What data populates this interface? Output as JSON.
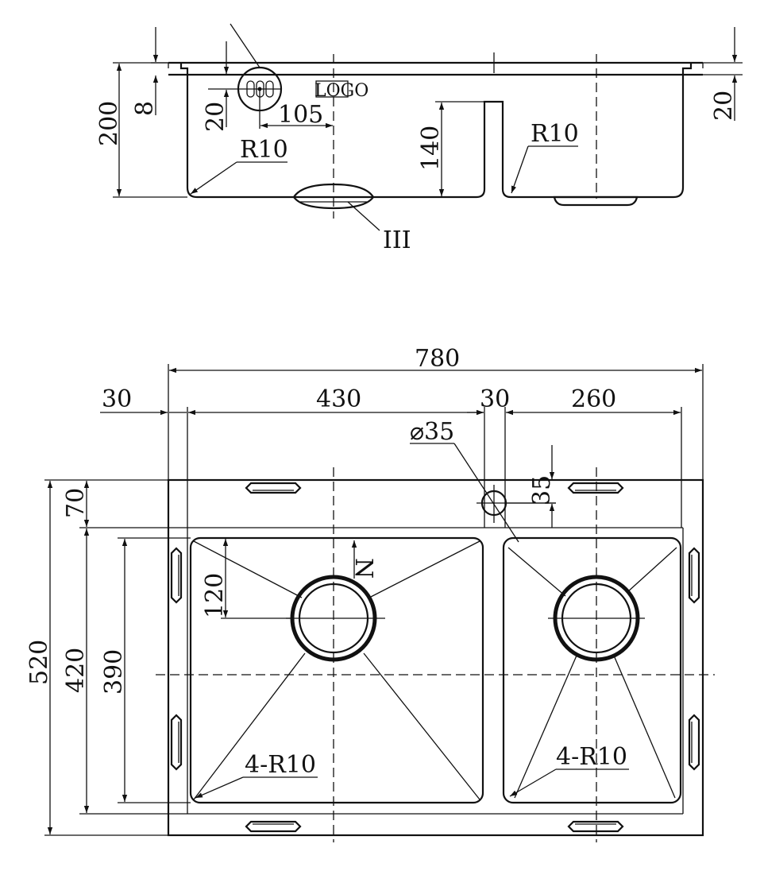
{
  "side_view": {
    "dims": {
      "overall_height": "200",
      "flange_thickness": "8",
      "overflow_height": "20",
      "overflow_offset": "105",
      "corner_radius_left": "R10",
      "divider_height": "140",
      "corner_radius_right": "R10",
      "rim_right": "20"
    },
    "logo_text": "LOGO",
    "drain_label": "III"
  },
  "top_view": {
    "dims": {
      "overall_width": "780",
      "left_margin": "30",
      "big_bowl_width": "430",
      "divider_width": "30",
      "small_bowl_width": "260",
      "tap_hole": "⌀35",
      "tap_hole_offset": "35",
      "overall_depth": "520",
      "back_ledge": "70",
      "bowl_outer_depth": "420",
      "bowl_inner_depth": "390",
      "drain_offset": "120",
      "corner_radius_big": "4-R10",
      "corner_radius_small": "4-R10"
    },
    "north_mark": "N"
  }
}
